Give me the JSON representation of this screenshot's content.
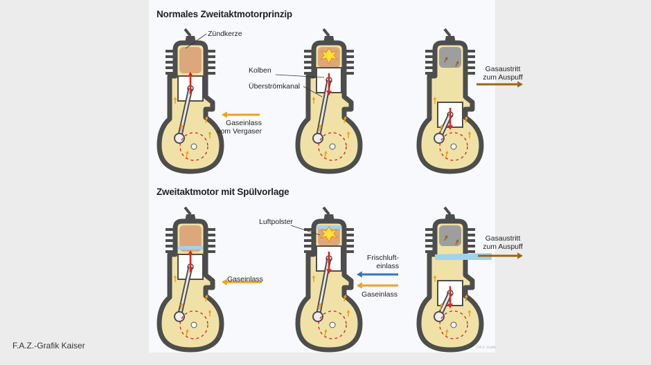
{
  "section_top": {
    "title": "Normales Zweitaktmotorprinzip"
  },
  "section_bottom": {
    "title": "Zweitaktmotor mit Spülvorlage"
  },
  "labels": {
    "spark_plug": "Zündkerze",
    "piston": "Kolben",
    "transfer_port": "Überströmkanal",
    "gas_inlet_line1": "Gaseinlass",
    "gas_inlet_line2": "vom Vergaser",
    "exhaust_top_line1": "Gasaustritt",
    "exhaust_top_line2": "zum Auspuff",
    "air_cushion": "Luftpolster",
    "gas_inlet_bottom": "Gaseinlass",
    "fresh_air_line1": "Frischluft-",
    "fresh_air_line2": "einlass",
    "gas_inlet_bottom_mid": "Gaseinlass",
    "exhaust_bottom_line1": "Gasaustritt",
    "exhaust_bottom_line2": "zum Auspuff"
  },
  "credit": "F.A.Z.-Grafik Kaiser",
  "watermark": "F.A.Z.-Grafik",
  "colors": {
    "engine_wall": "#4d4d4d",
    "mixture": "#f0e2a6",
    "compressed_charge": "#dda77c",
    "exhaust_gas": "#9e9e9e",
    "fresh_air": "#9fd4ee",
    "piston": "#ffffff",
    "arrow_orange": "#f0a01a",
    "arrow_brown": "#9a6418",
    "arrow_red": "#e02420",
    "arrow_blue": "#2a77bd",
    "ignition": "#ffe23a"
  },
  "engines": [
    {
      "row": "top",
      "stage": "compression",
      "chamber": "compressed_charge",
      "ignition": false,
      "piston_arrow": "up"
    },
    {
      "row": "top",
      "stage": "ignition",
      "chamber": "compressed_charge",
      "ignition": true,
      "piston_arrow": "down"
    },
    {
      "row": "top",
      "stage": "exhaust",
      "chamber": "exhaust_gas",
      "ignition": false,
      "piston_arrow": "down"
    },
    {
      "row": "bottom",
      "stage": "compression",
      "chamber": "compressed_charge",
      "ignition": false,
      "piston_arrow": "up"
    },
    {
      "row": "bottom",
      "stage": "ignition",
      "chamber": "compressed_charge",
      "ignition": true,
      "piston_arrow": "down"
    },
    {
      "row": "bottom",
      "stage": "exhaust",
      "chamber": "exhaust_gas",
      "ignition": false,
      "piston_arrow": "down"
    }
  ]
}
